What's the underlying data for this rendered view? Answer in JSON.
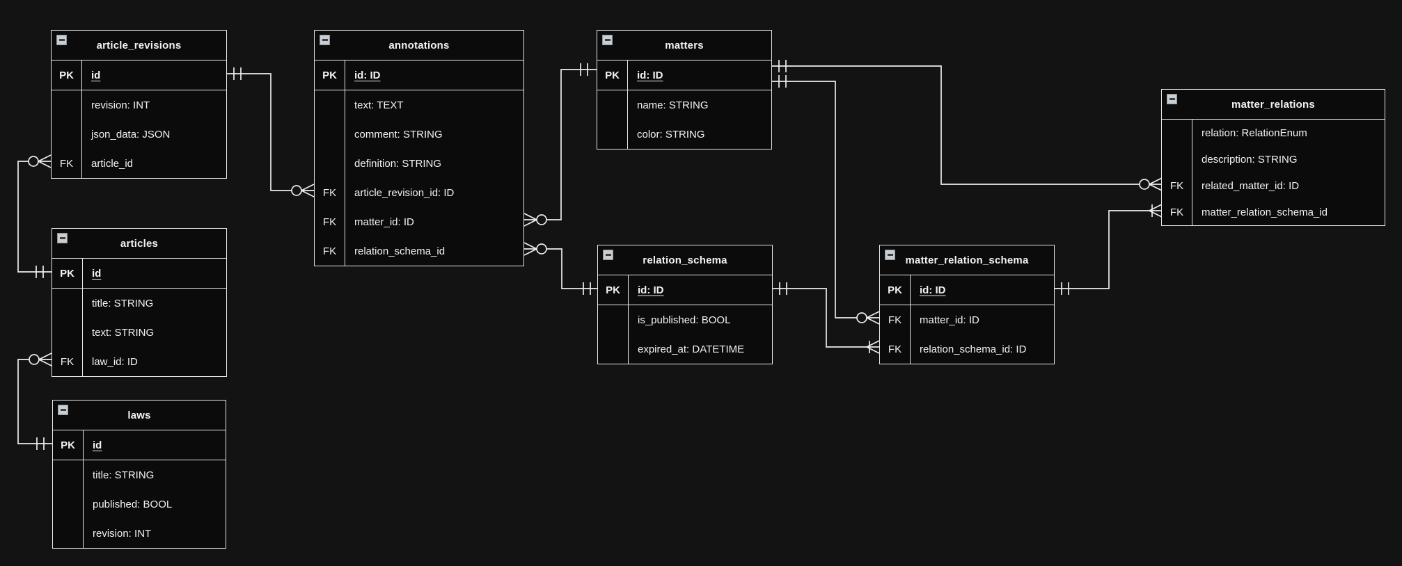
{
  "canvas": {
    "background_color": "#131313",
    "line_color": "#ededed",
    "text_color": "#f2f2f2"
  },
  "tables": {
    "article_revisions": {
      "title": "article_revisions",
      "rows": [
        {
          "key": "PK",
          "text": "id"
        },
        {
          "key": "",
          "text": "revision: INT"
        },
        {
          "key": "",
          "text": "json_data: JSON"
        },
        {
          "key": "FK",
          "text": "article_id"
        }
      ]
    },
    "annotations": {
      "title": "annotations",
      "rows": [
        {
          "key": "PK",
          "text": "id: ID"
        },
        {
          "key": "",
          "text": "text: TEXT"
        },
        {
          "key": "",
          "text": "comment: STRING"
        },
        {
          "key": "",
          "text": "definition: STRING"
        },
        {
          "key": "FK",
          "text": "article_revision_id: ID"
        },
        {
          "key": "FK",
          "text": "matter_id: ID"
        },
        {
          "key": "FK",
          "text": "relation_schema_id"
        }
      ]
    },
    "matters": {
      "title": "matters",
      "rows": [
        {
          "key": "PK",
          "text": "id: ID"
        },
        {
          "key": "",
          "text": "name: STRING"
        },
        {
          "key": "",
          "text": "color: STRING"
        }
      ]
    },
    "matter_relations": {
      "title": "matter_relations",
      "rows": [
        {
          "key": "",
          "text": "relation: RelationEnum"
        },
        {
          "key": "",
          "text": "description: STRING"
        },
        {
          "key": "FK",
          "text": "related_matter_id: ID"
        },
        {
          "key": "FK",
          "text": "matter_relation_schema_id"
        }
      ]
    },
    "articles": {
      "title": "articles",
      "rows": [
        {
          "key": "PK",
          "text": "id"
        },
        {
          "key": "",
          "text": "title: STRING"
        },
        {
          "key": "",
          "text": "text: STRING"
        },
        {
          "key": "FK",
          "text": "law_id: ID"
        }
      ]
    },
    "relation_schema": {
      "title": "relation_schema",
      "rows": [
        {
          "key": "PK",
          "text": "id: ID"
        },
        {
          "key": "",
          "text": "is_published: BOOL"
        },
        {
          "key": "",
          "text": "expired_at: DATETIME"
        }
      ]
    },
    "matter_relation_schema": {
      "title": "matter_relation_schema",
      "rows": [
        {
          "key": "PK",
          "text": "id: ID"
        },
        {
          "key": "FK",
          "text": "matter_id: ID"
        },
        {
          "key": "FK",
          "text": "relation_schema_id: ID"
        }
      ]
    },
    "laws": {
      "title": "laws",
      "rows": [
        {
          "key": "PK",
          "text": "id"
        },
        {
          "key": "",
          "text": "title: STRING"
        },
        {
          "key": "",
          "text": "published: BOOL"
        },
        {
          "key": "",
          "text": "revision: INT"
        }
      ]
    }
  },
  "relationships": [
    {
      "from": "article_revisions.id",
      "to": "annotations.article_revision_id",
      "from_cardinality": "one",
      "to_cardinality": "zero-or-many"
    },
    {
      "from": "articles.id",
      "to": "article_revisions.article_id",
      "from_cardinality": "one",
      "to_cardinality": "zero-or-many"
    },
    {
      "from": "laws.id",
      "to": "articles.law_id",
      "from_cardinality": "one",
      "to_cardinality": "zero-or-many"
    },
    {
      "from": "matters.id",
      "to": "annotations.matter_id",
      "from_cardinality": "one",
      "to_cardinality": "zero-or-many"
    },
    {
      "from": "relation_schema.id",
      "to": "annotations.relation_schema_id",
      "from_cardinality": "one",
      "to_cardinality": "zero-or-many"
    },
    {
      "from": "matters.id",
      "to": "matter_relations.related_matter_id",
      "from_cardinality": "one",
      "to_cardinality": "zero-or-many"
    },
    {
      "from": "matters.id",
      "to": "matter_relation_schema.matter_id",
      "from_cardinality": "one",
      "to_cardinality": "zero-or-many"
    },
    {
      "from": "relation_schema.id",
      "to": "matter_relation_schema.relation_schema_id",
      "from_cardinality": "one",
      "to_cardinality": "one-or-many"
    },
    {
      "from": "matter_relation_schema.id",
      "to": "matter_relations.matter_relation_schema_id",
      "from_cardinality": "one",
      "to_cardinality": "one-or-many"
    }
  ]
}
